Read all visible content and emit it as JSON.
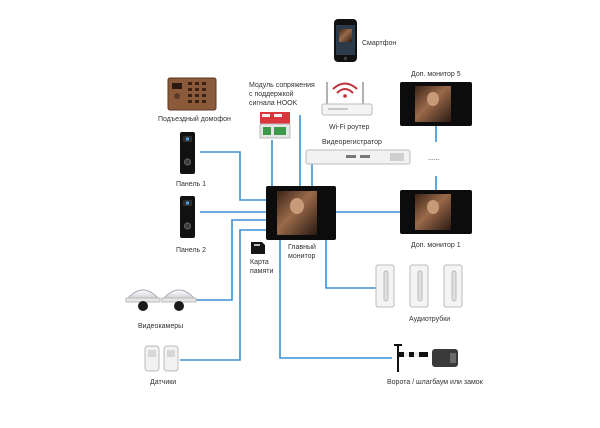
{
  "labels": {
    "smartphone": "Смартфон",
    "wifi_router": "Wi-Fi роутер",
    "extra_monitor_5": "Доп. монитор 5",
    "interface_module_line1": "Модуль сопряжения",
    "interface_module_line2": "с поддержкой",
    "interface_module_line3": "сигнала HOOK",
    "entrance_intercom": "Подъездный домофон",
    "panel_1": "Панель 1",
    "panel_2": "Панель 2",
    "video_recorder": "Видеорегистратор",
    "main_monitor_line1": "Главный",
    "main_monitor_line2": "монитор",
    "memory_card_line1": "Карта",
    "memory_card_line2": "памяти",
    "extra_monitor_1": "Доп. монитор 1",
    "cameras": "Видеокамеры",
    "handsets": "Аудиотрубки",
    "sensors": "Датчики",
    "gate": "Ворота / шлагбаум или замок",
    "ellipsis": "......"
  },
  "colors": {
    "wire": "#3b8fd6",
    "monitor_frame": "#0c0c0c",
    "intercom_body": "#8a5a3a",
    "module_red": "#d9363e",
    "text": "#333333"
  }
}
